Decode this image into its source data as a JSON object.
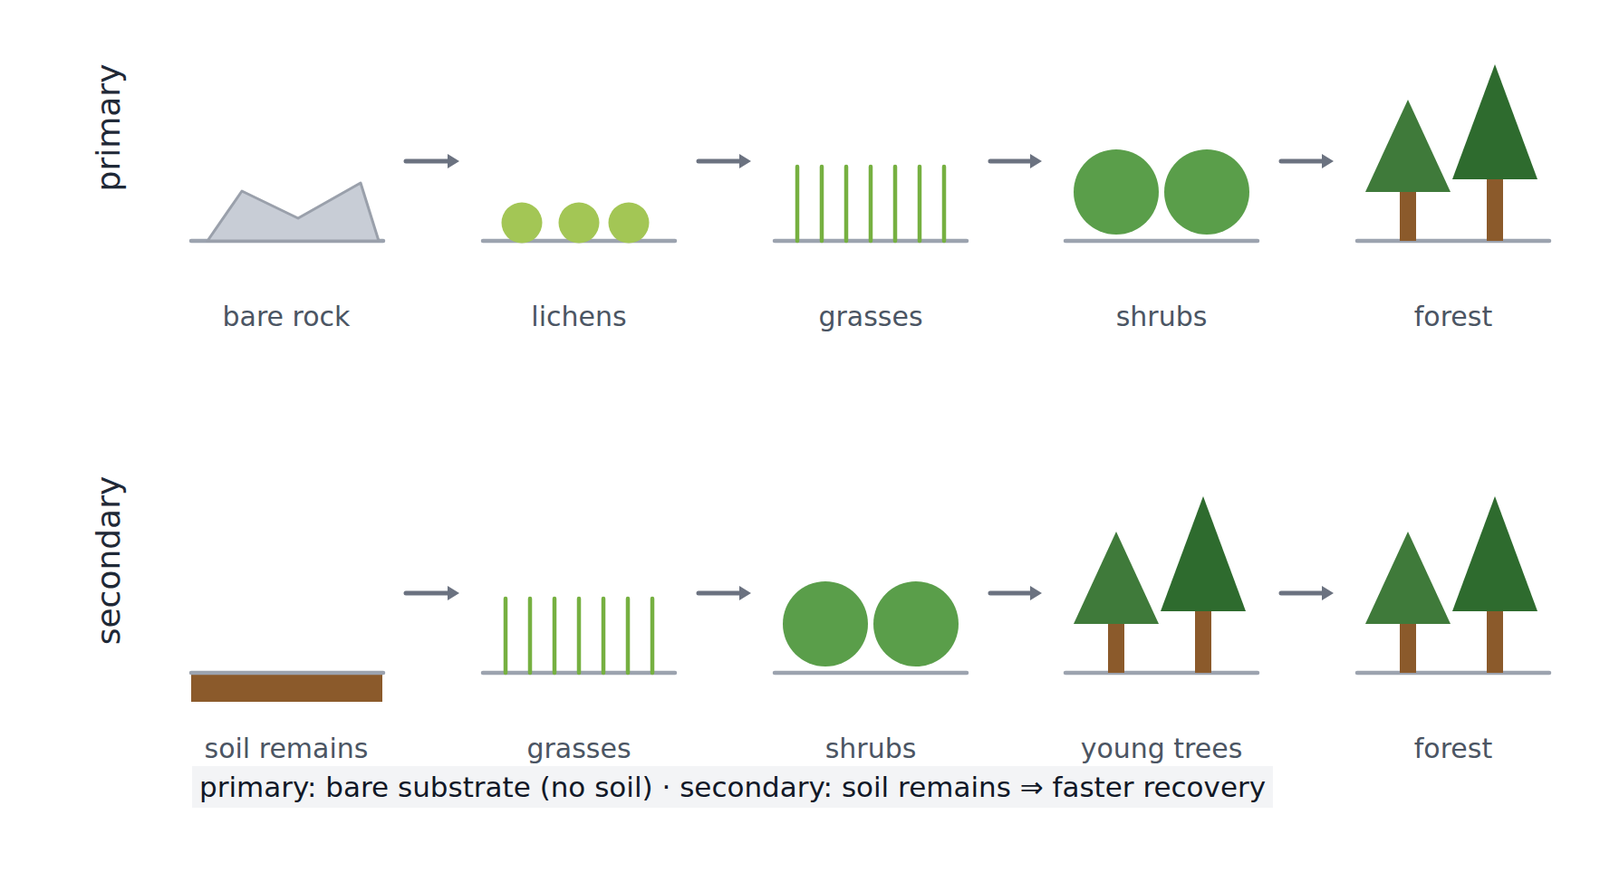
{
  "diagram": {
    "caption": "primary: bare substrate (no soil)  ·  secondary: soil remains ⇒ faster recovery",
    "nodes": [
      {
        "text": [
          "bare rock"
        ]
      },
      {
        "text": [
          "lichens"
        ]
      },
      {
        "text": [
          "grasses"
        ]
      },
      {
        "text": [
          "shrubs"
        ]
      },
      {
        "text": [
          "forest"
        ]
      },
      {
        "text": [
          "soil remains"
        ]
      },
      {
        "text": [
          "grasses"
        ]
      },
      {
        "text": [
          "shrubs"
        ]
      },
      {
        "text": [
          "young trees"
        ]
      },
      {
        "text": [
          "forest"
        ]
      }
    ],
    "edges": [
      {
        "from": 0,
        "to": 1,
        "arrow": "to"
      },
      {
        "from": 1,
        "to": 2,
        "arrow": "to"
      },
      {
        "from": 2,
        "to": 3,
        "arrow": "to"
      },
      {
        "from": 3,
        "to": 4,
        "arrow": "to"
      },
      {
        "from": 5,
        "to": 6,
        "arrow": "to"
      },
      {
        "from": 6,
        "to": 7,
        "arrow": "to"
      },
      {
        "from": 7,
        "to": 8,
        "arrow": "to"
      },
      {
        "from": 8,
        "to": 9,
        "arrow": "to"
      }
    ],
    "labels": [
      "primary",
      "secondary"
    ]
  }
}
